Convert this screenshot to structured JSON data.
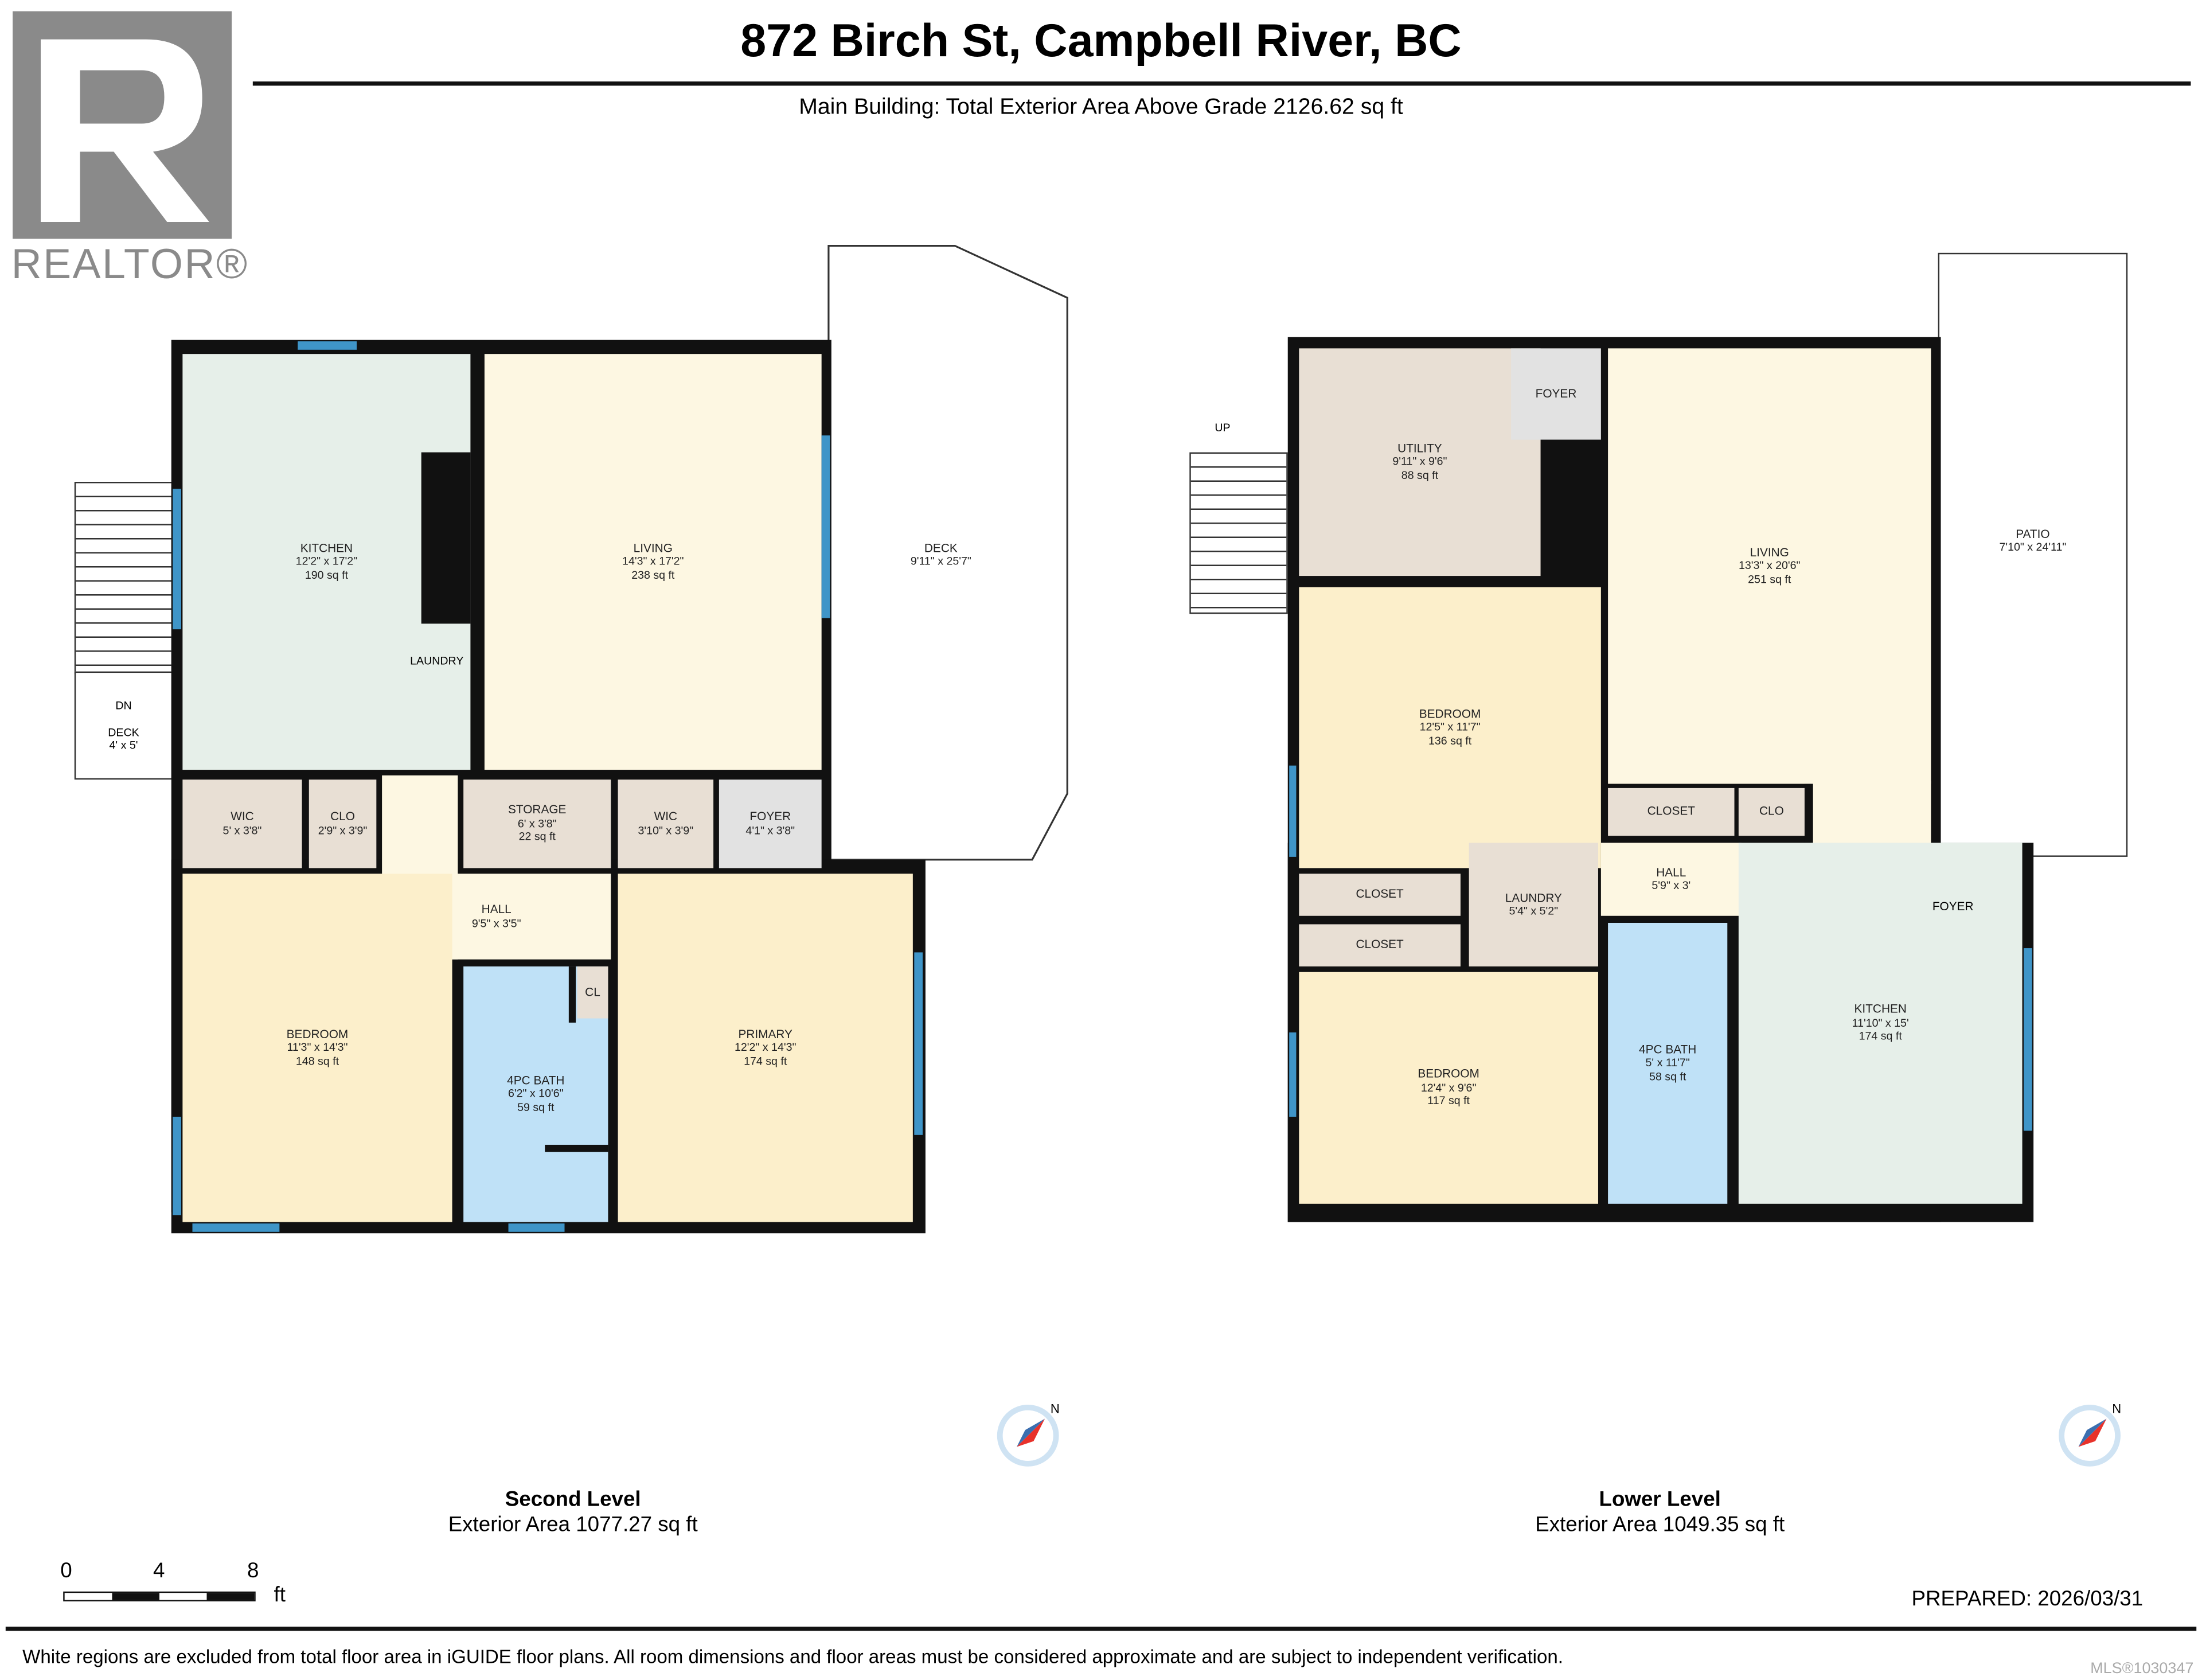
{
  "header": {
    "title": "872 Birch St, Campbell River, BC",
    "subtitle": "Main Building: Total Exterior Area Above Grade 2126.62 sq ft"
  },
  "logo": {
    "text": "REALTOR®",
    "letter": "R",
    "color": "#8a8a8a"
  },
  "second_level": {
    "name": "Second Level",
    "area": "Exterior Area 1077.27 sq ft",
    "rooms": {
      "kitchen": {
        "name": "KITCHEN",
        "dims": "12'2\" x 17'2\"",
        "area": "190 sq ft"
      },
      "living": {
        "name": "LIVING",
        "dims": "14'3\" x 17'2\"",
        "area": "238 sq ft"
      },
      "deck": {
        "name": "DECK",
        "dims": "9'11\" x 25'7\""
      },
      "deck_small": {
        "name": "DECK",
        "dims": "4' x 5'"
      },
      "stairs": {
        "label": "DN"
      },
      "laundry": {
        "name": "LAUNDRY"
      },
      "wic1": {
        "name": "WIC",
        "dims": "5' x 3'8\""
      },
      "clo": {
        "name": "CLO",
        "dims": "2'9\" x 3'9\""
      },
      "storage": {
        "name": "STORAGE",
        "dims": "6' x 3'8\"",
        "area": "22 sq ft"
      },
      "wic2": {
        "name": "WIC",
        "dims": "3'10\" x 3'9\""
      },
      "foyer": {
        "name": "FOYER",
        "dims": "4'1\" x 3'8\""
      },
      "hall": {
        "name": "HALL",
        "dims": "9'5\" x 3'5\""
      },
      "bedroom": {
        "name": "BEDROOM",
        "dims": "11'3\" x 14'3\"",
        "area": "148 sq ft"
      },
      "bath": {
        "name": "4PC BATH",
        "dims": "6'2\" x 10'6\"",
        "area": "59 sq ft"
      },
      "cl": {
        "name": "CL"
      },
      "primary": {
        "name": "PRIMARY",
        "dims": "12'2\" x 14'3\"",
        "area": "174 sq ft"
      }
    }
  },
  "lower_level": {
    "name": "Lower Level",
    "area": "Exterior Area 1049.35 sq ft",
    "rooms": {
      "stairs": {
        "label": "UP"
      },
      "utility": {
        "name": "UTILITY",
        "dims": "9'11\" x 9'6\"",
        "area": "88 sq ft"
      },
      "foyer_top": {
        "name": "FOYER"
      },
      "living": {
        "name": "LIVING",
        "dims": "13'3\" x 20'6\"",
        "area": "251 sq ft"
      },
      "patio": {
        "name": "PATIO",
        "dims": "7'10\" x 24'11\""
      },
      "bedroom1": {
        "name": "BEDROOM",
        "dims": "12'5\" x 11'7\"",
        "area": "136 sq ft"
      },
      "closet1": {
        "name": "CLOSET"
      },
      "closet2": {
        "name": "CLOSET"
      },
      "laundry": {
        "name": "LAUNDRY",
        "dims": "5'4\" x 5'2\""
      },
      "closet3": {
        "name": "CLOSET"
      },
      "clo": {
        "name": "CLO"
      },
      "hall": {
        "name": "HALL",
        "dims": "5'9\" x 3'"
      },
      "foyer": {
        "name": "FOYER"
      },
      "kitchen": {
        "name": "KITCHEN",
        "dims": "11'10\" x 15'",
        "area": "174 sq ft"
      },
      "bath": {
        "name": "4PC BATH",
        "dims": "5' x 11'7\"",
        "area": "58 sq ft"
      },
      "bedroom2": {
        "name": "BEDROOM",
        "dims": "12'4\" x 9'6\"",
        "area": "117 sq ft"
      }
    }
  },
  "compass": {
    "label": "N"
  },
  "scale": {
    "ticks": [
      "0",
      "4",
      "8"
    ],
    "unit": "ft"
  },
  "prepared": "PREPARED: 2026/03/31",
  "disclaimer": "White regions are excluded from total floor area in iGUIDE floor plans. All room dimensions and floor areas must be considered approximate and are subject to independent verification.",
  "mls": "MLS®1030347"
}
